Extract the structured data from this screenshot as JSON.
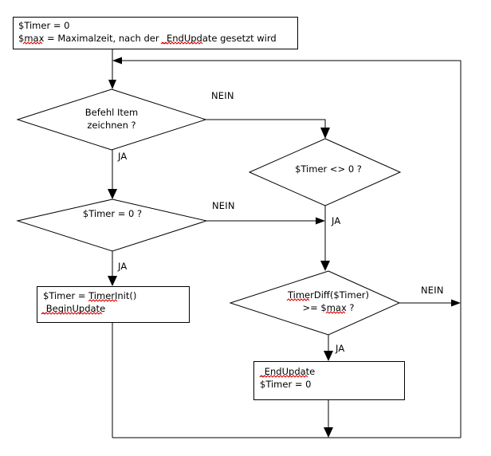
{
  "diagram": {
    "title": "Flowchart",
    "language": "de",
    "colors": {
      "stroke": "#000000",
      "background": "#ffffff",
      "spellcheck_underline": "#e00000"
    },
    "nodes": {
      "init_box": {
        "type": "process",
        "line1": "$Timer = 0",
        "line2": "$max = Maximalzeit, nach der _EndUpdate gesetzt wird"
      },
      "decision_befehl": {
        "type": "decision",
        "line1": "Befehl Item",
        "line2": "zeichnen ?"
      },
      "decision_timer_ne_zero": {
        "type": "decision",
        "line1": "$Timer <> 0 ?",
        "line2": ""
      },
      "decision_timer_eq_zero": {
        "type": "decision",
        "line1": "$Timer = 0 ?",
        "line2": ""
      },
      "decision_timerdiff": {
        "type": "decision",
        "line1": "TimerDiff($Timer)",
        "line2": ">= $max ?"
      },
      "begin_update_box": {
        "type": "process",
        "line1": "$Timer = TimerInit()",
        "line2": "_BeginUpdate"
      },
      "end_update_box": {
        "type": "process",
        "line1": "_EndUpdate",
        "line2": "$Timer = 0"
      }
    },
    "edge_labels": {
      "befehl_nein": "NEIN",
      "befehl_ja": "JA",
      "timer_eq_zero_nein": "NEIN",
      "timer_eq_zero_ja": "JA",
      "timer_ne_zero_ja": "JA",
      "timerdiff_nein": "NEIN",
      "timerdiff_ja": "JA"
    }
  }
}
